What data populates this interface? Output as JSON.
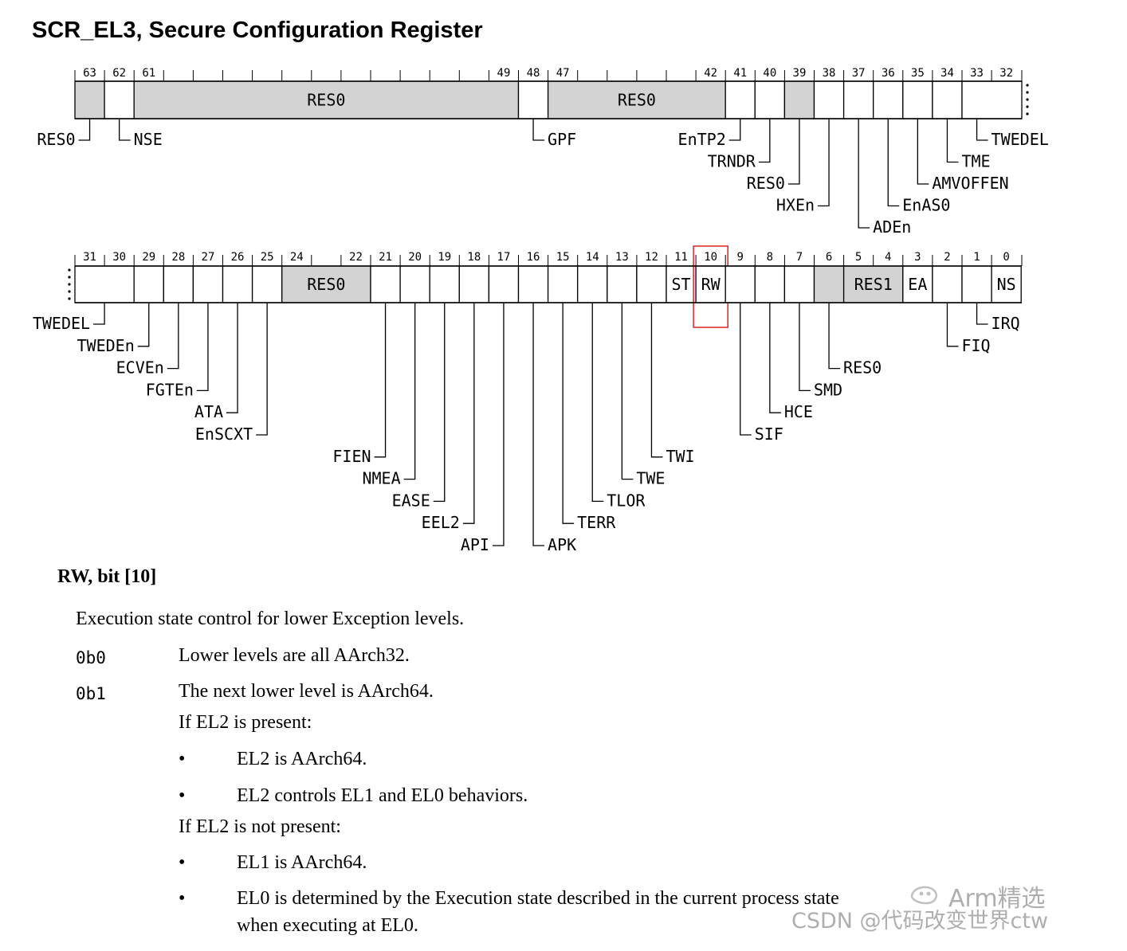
{
  "title": "SCR_EL3, Secure Configuration Register",
  "colors": {
    "reserved_fill": "#d3d3d3",
    "field_fill": "#ffffff",
    "highlight": "#e03030",
    "watermark": "#8a8a8a"
  },
  "rows": [
    {
      "first_bit": 63,
      "continues_right": true,
      "continues_left": false,
      "bit_labels": [
        "63",
        "62",
        "61",
        "49",
        "48",
        "47",
        "42",
        "41",
        "40",
        "39",
        "38",
        "37",
        "36",
        "35",
        "34",
        "33",
        "32"
      ],
      "fields": [
        {
          "name": "RES0",
          "msb": 63,
          "lsb": 63,
          "reserved": true
        },
        {
          "name": "NSE",
          "msb": 62,
          "lsb": 62
        },
        {
          "name": "RES0",
          "msb": 61,
          "lsb": 49,
          "reserved": true,
          "inside": "RES0"
        },
        {
          "name": "GPF",
          "msb": 48,
          "lsb": 48
        },
        {
          "name": "RES0",
          "msb": 47,
          "lsb": 42,
          "reserved": true,
          "inside": "RES0"
        },
        {
          "name": "EnTP2",
          "msb": 41,
          "lsb": 41
        },
        {
          "name": "TRNDR",
          "msb": 40,
          "lsb": 40
        },
        {
          "name": "RES0",
          "msb": 39,
          "lsb": 39,
          "reserved": true
        },
        {
          "name": "HXEn",
          "msb": 38,
          "lsb": 38
        },
        {
          "name": "ADEn",
          "msb": 37,
          "lsb": 37
        },
        {
          "name": "EnAS0",
          "msb": 36,
          "lsb": 36
        },
        {
          "name": "AMVOFFEN",
          "msb": 35,
          "lsb": 35
        },
        {
          "name": "TME",
          "msb": 34,
          "lsb": 34
        },
        {
          "name": "TWEDEL",
          "msb": 33,
          "lsb": 30
        }
      ],
      "callouts": [
        {
          "bit": 63,
          "text": "RES0",
          "level": 0,
          "dir": "left"
        },
        {
          "bit": 62,
          "text": "NSE",
          "level": 0,
          "dir": "right"
        },
        {
          "bit": 48,
          "text": "GPF",
          "level": 0,
          "dir": "right"
        },
        {
          "bit": 41,
          "text": "EnTP2",
          "level": 0,
          "dir": "left"
        },
        {
          "bit": 40,
          "text": "TRNDR",
          "level": 1,
          "dir": "left"
        },
        {
          "bit": 39,
          "text": "RES0",
          "level": 2,
          "dir": "left"
        },
        {
          "bit": 38,
          "text": "HXEn",
          "level": 3,
          "dir": "left"
        },
        {
          "bit": 37,
          "text": "ADEn",
          "level": 4,
          "dir": "right"
        },
        {
          "bit": 36,
          "text": "EnAS0",
          "level": 3,
          "dir": "right"
        },
        {
          "bit": 35,
          "text": "AMVOFFEN",
          "level": 2,
          "dir": "right"
        },
        {
          "bit": 34,
          "text": "TME",
          "level": 1,
          "dir": "right"
        },
        {
          "bit": 33,
          "text": "TWEDEL",
          "level": 0,
          "dir": "right"
        }
      ]
    },
    {
      "first_bit": 31,
      "continues_right": false,
      "continues_left": true,
      "bit_labels": [
        "31",
        "30",
        "29",
        "28",
        "27",
        "26",
        "25",
        "24",
        "22",
        "21",
        "20",
        "19",
        "18",
        "17",
        "16",
        "15",
        "14",
        "13",
        "12",
        "11",
        "10",
        "9",
        "8",
        "7",
        "6",
        "5",
        "4",
        "3",
        "2",
        "1",
        "0"
      ],
      "fields": [
        {
          "name": "TWEDEL",
          "msb": 31,
          "lsb": 30
        },
        {
          "name": "TWEDEn",
          "msb": 29,
          "lsb": 29
        },
        {
          "name": "ECVEn",
          "msb": 28,
          "lsb": 28
        },
        {
          "name": "FGTEn",
          "msb": 27,
          "lsb": 27
        },
        {
          "name": "ATA",
          "msb": 26,
          "lsb": 26
        },
        {
          "name": "EnSCXT",
          "msb": 25,
          "lsb": 25
        },
        {
          "name": "RES0",
          "msb": 24,
          "lsb": 22,
          "reserved": true,
          "inside": "RES0"
        },
        {
          "name": "FIEN",
          "msb": 21,
          "lsb": 21
        },
        {
          "name": "NMEA",
          "msb": 20,
          "lsb": 20
        },
        {
          "name": "EASE",
          "msb": 19,
          "lsb": 19
        },
        {
          "name": "EEL2",
          "msb": 18,
          "lsb": 18
        },
        {
          "name": "API",
          "msb": 17,
          "lsb": 17
        },
        {
          "name": "APK",
          "msb": 16,
          "lsb": 16
        },
        {
          "name": "TERR",
          "msb": 15,
          "lsb": 15
        },
        {
          "name": "TLOR",
          "msb": 14,
          "lsb": 14
        },
        {
          "name": "TWE",
          "msb": 13,
          "lsb": 13
        },
        {
          "name": "TWI",
          "msb": 12,
          "lsb": 12
        },
        {
          "name": "ST",
          "msb": 11,
          "lsb": 11,
          "inside": "ST"
        },
        {
          "name": "RW",
          "msb": 10,
          "lsb": 10,
          "inside": "RW",
          "highlight": true
        },
        {
          "name": "SIF",
          "msb": 9,
          "lsb": 9
        },
        {
          "name": "HCE",
          "msb": 8,
          "lsb": 8
        },
        {
          "name": "SMD",
          "msb": 7,
          "lsb": 7
        },
        {
          "name": "RES0",
          "msb": 6,
          "lsb": 6,
          "reserved": true
        },
        {
          "name": "RES1",
          "msb": 5,
          "lsb": 4,
          "reserved": true,
          "inside": "RES1"
        },
        {
          "name": "EA",
          "msb": 3,
          "lsb": 3,
          "inside": "EA"
        },
        {
          "name": "FIQ",
          "msb": 2,
          "lsb": 2
        },
        {
          "name": "IRQ",
          "msb": 1,
          "lsb": 1
        },
        {
          "name": "NS",
          "msb": 0,
          "lsb": 0,
          "inside": "NS"
        }
      ],
      "callouts": [
        {
          "bit": 31,
          "text": "TWEDEL",
          "level": 0,
          "dir": "left",
          "at_edge": true
        },
        {
          "bit": 29,
          "text": "TWEDEn",
          "level": 1,
          "dir": "left"
        },
        {
          "bit": 28,
          "text": "ECVEn",
          "level": 2,
          "dir": "left"
        },
        {
          "bit": 27,
          "text": "FGTEn",
          "level": 3,
          "dir": "left"
        },
        {
          "bit": 26,
          "text": "ATA",
          "level": 4,
          "dir": "left"
        },
        {
          "bit": 25,
          "text": "EnSCXT",
          "level": 5,
          "dir": "left"
        },
        {
          "bit": 21,
          "text": "FIEN",
          "level": 6,
          "dir": "left"
        },
        {
          "bit": 20,
          "text": "NMEA",
          "level": 7,
          "dir": "left"
        },
        {
          "bit": 19,
          "text": "EASE",
          "level": 8,
          "dir": "left"
        },
        {
          "bit": 18,
          "text": "EEL2",
          "level": 9,
          "dir": "left"
        },
        {
          "bit": 17,
          "text": "API",
          "level": 10,
          "dir": "left"
        },
        {
          "bit": 16,
          "text": "APK",
          "level": 10,
          "dir": "right"
        },
        {
          "bit": 15,
          "text": "TERR",
          "level": 9,
          "dir": "right"
        },
        {
          "bit": 14,
          "text": "TLOR",
          "level": 8,
          "dir": "right"
        },
        {
          "bit": 13,
          "text": "TWE",
          "level": 7,
          "dir": "right"
        },
        {
          "bit": 12,
          "text": "TWI",
          "level": 6,
          "dir": "right"
        },
        {
          "bit": 9,
          "text": "SIF",
          "level": 5,
          "dir": "right"
        },
        {
          "bit": 8,
          "text": "HCE",
          "level": 4,
          "dir": "right"
        },
        {
          "bit": 7,
          "text": "SMD",
          "level": 3,
          "dir": "right"
        },
        {
          "bit": 6,
          "text": "RES0",
          "level": 2,
          "dir": "right"
        },
        {
          "bit": 2,
          "text": "FIQ",
          "level": 1,
          "dir": "right"
        },
        {
          "bit": 1,
          "text": "IRQ",
          "level": 0,
          "dir": "right"
        }
      ]
    }
  ],
  "field_doc": {
    "heading": "RW, bit [10]",
    "description": "Execution state control for lower Exception levels.",
    "values": [
      {
        "code": "0b0",
        "meaning": "Lower levels are all AArch32."
      },
      {
        "code": "0b1",
        "meaning": "The next lower level is AArch64."
      }
    ],
    "el2_present": {
      "condition": "If EL2 is present:",
      "bullets": [
        "EL2 is AArch64.",
        "EL2 controls EL1 and EL0 behaviors."
      ]
    },
    "el2_not_present": {
      "condition": "If EL2 is not present:",
      "bullets": [
        "EL1 is AArch64.",
        "EL0 is determined by the Execution state described in the current process state",
        "when executing at EL0."
      ]
    },
    "bullet_glyph": "•"
  },
  "watermark": {
    "brand": "Arm精选",
    "source": "CSDN @代码改变世界ctw"
  }
}
